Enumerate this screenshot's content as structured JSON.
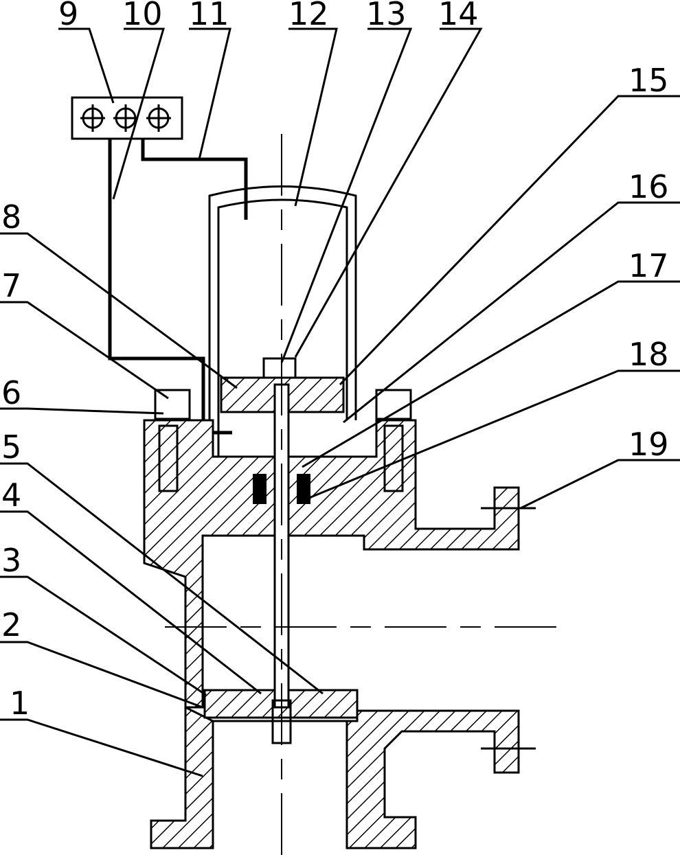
{
  "part_labels": [
    "1",
    "2",
    "3",
    "4",
    "5",
    "6",
    "7",
    "8",
    "9",
    "10",
    "11",
    "12",
    "13",
    "14",
    "15",
    "16",
    "17",
    "18",
    "19"
  ],
  "colors": {
    "ink": "#000000",
    "paper": "#ffffff"
  }
}
